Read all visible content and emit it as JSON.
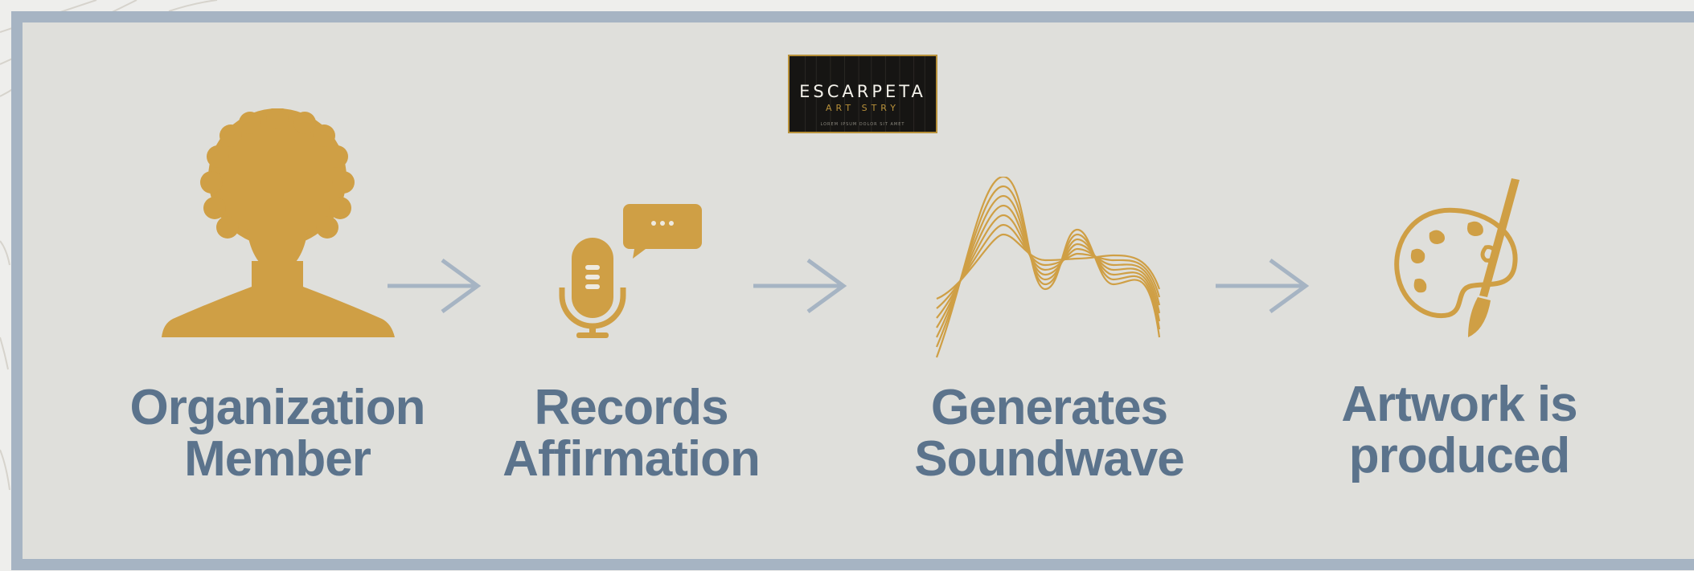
{
  "logo": {
    "name": "ESCARPETA",
    "sub": "ART STRY",
    "fine_print": "LOREM IPSUM DOLOR SIT AMET"
  },
  "steps": [
    {
      "line1": "Organization",
      "line2": "Member",
      "icon": "person-silhouette-icon"
    },
    {
      "line1": "Records",
      "line2": "Affirmation",
      "icon": "microphone-speech-bubble-icon"
    },
    {
      "line1": "Generates",
      "line2": "Soundwave",
      "icon": "soundwave-icon"
    },
    {
      "line1": "Artwork is",
      "line2": "produced",
      "icon": "palette-brush-icon"
    }
  ],
  "connectors": [
    "arrow-right-icon",
    "arrow-right-icon",
    "arrow-right-icon"
  ],
  "colors": {
    "gold": "#cf9f45",
    "label_blue": "#5b738c",
    "arrow": "#a6b4c3",
    "panel": "#dfdfdb",
    "frame": "#a6b4c3"
  }
}
